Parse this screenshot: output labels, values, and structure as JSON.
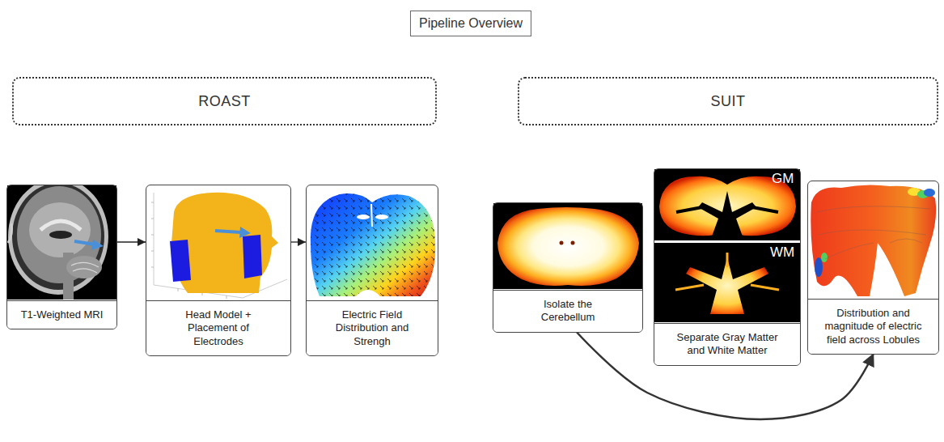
{
  "diagram": {
    "title": "Pipeline Overview",
    "nodes": [
      {
        "text": [
          "ROAST"
        ]
      },
      {
        "text": [
          "SUIT"
        ]
      },
      {
        "text": [
          "T1-Weighted MRI"
        ]
      },
      {
        "text": [
          "Head Model + Placement of Electrodes"
        ]
      },
      {
        "text": [
          "Electric Field Distribution and Strengh"
        ]
      },
      {
        "text": [
          "Isolate the Cerebellum"
        ]
      },
      {
        "text": [
          "Separate Gray Matter and White Matter"
        ]
      },
      {
        "text": [
          "Distribution and magnitude of electric field across Lobules"
        ]
      }
    ],
    "edges": [
      {
        "from": 2,
        "to": 3,
        "arrow": "to"
      },
      {
        "from": 3,
        "to": 4,
        "arrow": "to"
      },
      {
        "from": 5,
        "to": 7,
        "arrow": "to"
      }
    ],
    "labels": [
      "GM",
      "WM"
    ]
  }
}
